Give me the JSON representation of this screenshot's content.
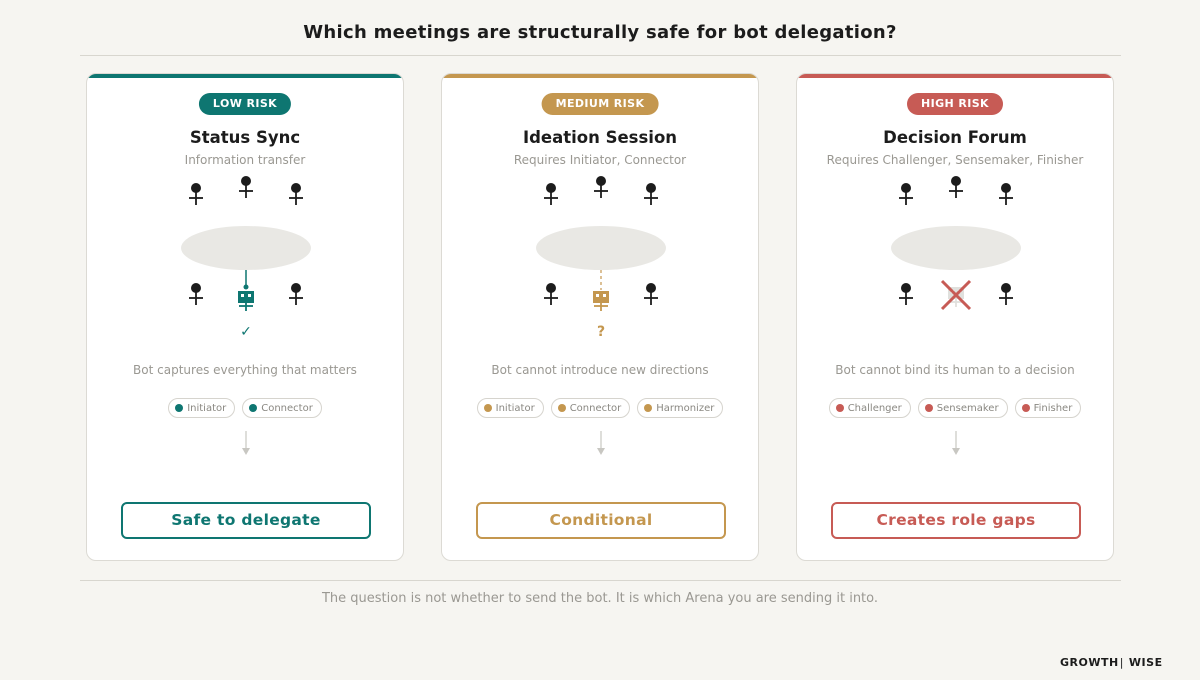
{
  "title": "Which meetings are structurally safe for bot delegation?",
  "footer": "The question is not whether to send the bot. It is which Arena you are sending it into.",
  "brand": {
    "part1": "GROWTH",
    "separator": "|",
    "part2": "WISE"
  },
  "colors": {
    "background": "#f6f5f1",
    "low": "#0e7671",
    "medium": "#c4974f",
    "high": "#c75b55",
    "person": "#1c1c1c",
    "table": "#e9e8e4",
    "muted": "#c8c7c2"
  },
  "cards": [
    {
      "risk": "low",
      "badge": "LOW RISK",
      "title": "Status Sync",
      "subtitle": "Information transfer",
      "bot_status": "connected",
      "marker": "✓",
      "caption": "Bot captures everything that matters",
      "roles": [
        "Initiator",
        "Connector"
      ],
      "verdict": "Safe to delegate"
    },
    {
      "risk": "medium",
      "badge": "MEDIUM RISK",
      "title": "Ideation Session",
      "subtitle": "Requires Initiator, Connector",
      "bot_status": "partial",
      "marker": "?",
      "caption": "Bot cannot introduce new directions",
      "roles": [
        "Initiator",
        "Connector",
        "Harmonizer"
      ],
      "verdict": "Conditional"
    },
    {
      "risk": "high",
      "badge": "HIGH RISK",
      "title": "Decision Forum",
      "subtitle": "Requires Challenger, Sensemaker, Finisher",
      "bot_status": "blocked",
      "marker": "",
      "caption": "Bot cannot bind its human to a decision",
      "roles": [
        "Challenger",
        "Sensemaker",
        "Finisher"
      ],
      "verdict": "Creates role gaps"
    }
  ]
}
